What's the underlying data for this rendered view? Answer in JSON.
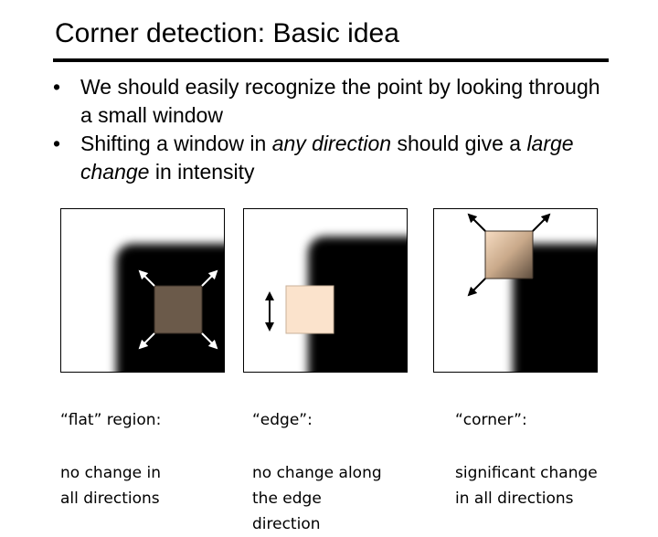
{
  "slide": {
    "title": "Corner detection: Basic idea",
    "bullets": [
      {
        "parts": [
          "We should easily recognize the point by looking through a small window"
        ]
      },
      {
        "before": "Shifting a window in ",
        "em1": "any direction",
        "mid": " should give a ",
        "em2": "large change",
        "after": " in intensity"
      }
    ]
  },
  "panels": [
    {
      "head": "“flat” region:",
      "body": "no change in\nall directions"
    },
    {
      "head": "“edge”:",
      "body": "no change along\nthe edge\ndirection"
    },
    {
      "head": "“corner”:",
      "body": "significant change\nin all directions"
    }
  ],
  "colors": {
    "flat_window": "#6b5a4a",
    "edge_window": "#fbe3cc",
    "corner_window_light": "#f6dcc2",
    "corner_window_dark": "#5e4d3e"
  }
}
